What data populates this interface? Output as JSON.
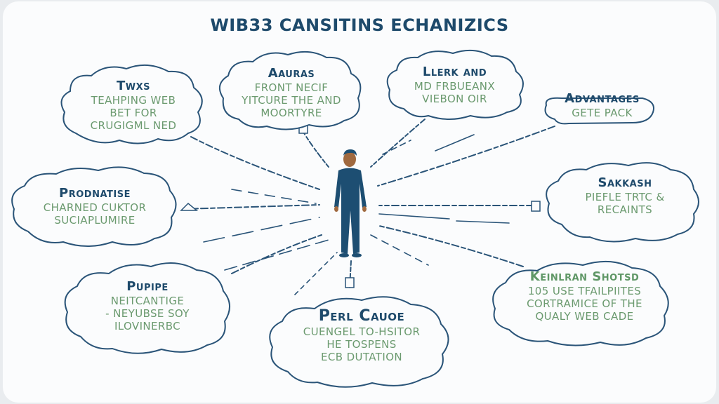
{
  "title": "WIB33 CANSITINS ECHANIZICS",
  "colors": {
    "outline": "#2a5478",
    "heading": "#1e4a6b",
    "body_text": "#6b9a6f",
    "figure": "#1d4e72",
    "skin": "#a0693f",
    "background": "#fbfcfd"
  },
  "central_figure": {
    "label": "person",
    "icon": "person-silhouette-icon"
  },
  "bubbles": [
    {
      "id": "twxs",
      "heading": "Twxs",
      "lines": [
        "TEAHPING WEB",
        "BET FOR",
        "CRUGIGML NED"
      ]
    },
    {
      "id": "aauras",
      "heading": "Aauras",
      "lines": [
        "FRONT NECIF",
        "YITCURE THE AND",
        "MOORTYRE"
      ]
    },
    {
      "id": "llerk-and",
      "heading": "Llerk and",
      "lines": [
        "MD FRBUEANX",
        "VIEBON OIR"
      ]
    },
    {
      "id": "advantages",
      "heading": "Advantages",
      "lines": [
        "GETE PACK"
      ]
    },
    {
      "id": "prodnatise",
      "heading": "Prodnatise",
      "lines": [
        "CHARNED CUKTOR",
        "SUCIAPLUMIRE"
      ]
    },
    {
      "id": "sakkash",
      "heading": "Sakkash",
      "lines": [
        "PIEFLE TRTC &",
        "RECAINTS"
      ]
    },
    {
      "id": "pupipe",
      "heading": "Pupipe",
      "lines": [
        "NEITCANTIGE",
        "- NEYUBSE SOY",
        "ILOVINERBC"
      ]
    },
    {
      "id": "perl-cauoe",
      "heading": "Perl Cauoe",
      "lines": [
        "CUENGEL TO-HSITOR",
        "HE TOSPENS",
        "ECB DUTATION"
      ]
    },
    {
      "id": "keinlran-shotsd",
      "heading": "Keinlran Shotsd",
      "lines": [
        "105 USE TFAILPIITES",
        "CORTRAMICE OF THE",
        "QUALY WEB CADE"
      ]
    }
  ]
}
